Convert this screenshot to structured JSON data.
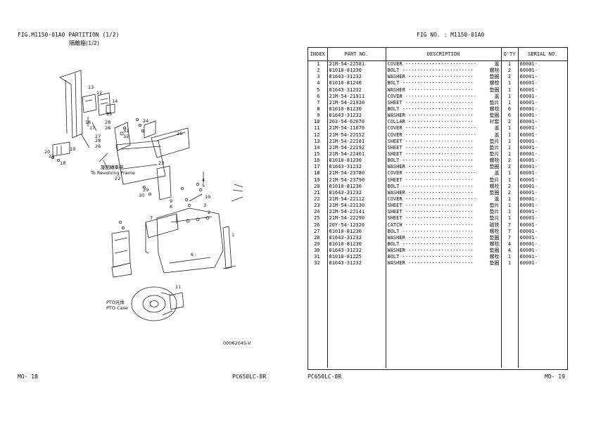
{
  "left_page": {
    "figure_title": "FIG.M1150-01A0    PARTITION (1/2)",
    "figure_subtitle": "隔離箱(1/2)",
    "labels": {
      "revolving_frame_cn": "旋回轉車架",
      "revolving_frame_en": "To Revolving Frame",
      "pto_case_cn": "PTO元体",
      "pto_case_en": "PTO Case",
      "drawing_number": "00062045-V"
    },
    "callouts": [
      "13",
      "12",
      "15",
      "14",
      "16",
      "17",
      "28",
      "26",
      "27",
      "28",
      "26",
      "31",
      "32",
      "18",
      "19",
      "20",
      "21",
      "24",
      "25",
      "22",
      "29",
      "30",
      "23",
      "4",
      "5",
      "10",
      "9",
      "8",
      "7",
      "3",
      "6",
      "2",
      "1",
      "11"
    ],
    "page_number": "MO-  18",
    "model": "PC650LC-8R"
  },
  "right_page": {
    "figure_number": "FIG NO. : M1150-01A0",
    "columns": [
      "INDEX",
      "PART  NO.",
      "DESCRIPTION",
      "Q'TY",
      "SERIAL NO."
    ],
    "rows": [
      {
        "index": "1",
        "part": "21M-54-22581",
        "desc": "COVER ························",
        "cn": "盖",
        "qty": "1",
        "serial": "60001-"
      },
      {
        "index": "2",
        "part": "01010-81230",
        "desc": "BOLT ························",
        "cn": "螺栓",
        "qty": "2",
        "serial": "60001-"
      },
      {
        "index": "3",
        "part": "01643-31232",
        "desc": "WASHER ······················",
        "cn": "垫圈",
        "qty": "2",
        "serial": "60001-"
      },
      {
        "index": "4",
        "part": "01010-81240",
        "desc": "BOLT ························",
        "cn": "螺栓",
        "qty": "1",
        "serial": "60001-"
      },
      {
        "index": "5",
        "part": "01643-31232",
        "desc": "WASHER ······················",
        "cn": "垫圈",
        "qty": "1",
        "serial": "60001-"
      },
      {
        "index": "6",
        "part": "21M-54-21911",
        "desc": "COVER ························",
        "cn": "盖",
        "qty": "1",
        "serial": "60001-"
      },
      {
        "index": "7",
        "part": "21M-54-21920",
        "desc": " SHEET ·······················",
        "cn": "垫片",
        "qty": "1",
        "serial": "60001-"
      },
      {
        "index": "8",
        "part": "01010-81230",
        "desc": "BOLT ························",
        "cn": "螺栓",
        "qty": "6",
        "serial": "60001-"
      },
      {
        "index": "9",
        "part": "01643-31232",
        "desc": "WASHER ······················",
        "cn": "垫圈",
        "qty": "6",
        "serial": "60001-"
      },
      {
        "index": "10",
        "part": "203-54-62670",
        "desc": "COLLAR ······················",
        "cn": "衬套",
        "qty": "2",
        "serial": "60001-"
      },
      {
        "index": "11",
        "part": "21M-54-11670",
        "desc": "COVER ························",
        "cn": "盖",
        "qty": "1",
        "serial": "60001-"
      },
      {
        "index": "12",
        "part": "21M-54-22152",
        "desc": "COVER ························",
        "cn": "盖",
        "qty": "1",
        "serial": "60001-"
      },
      {
        "index": "13",
        "part": "21M-54-22181",
        "desc": " SHEET ·······················",
        "cn": "垫片",
        "qty": "1",
        "serial": "60001-"
      },
      {
        "index": "14",
        "part": "21M-54-22192",
        "desc": " SHEET ·······················",
        "cn": "垫片",
        "qty": "1",
        "serial": "60001-"
      },
      {
        "index": "15",
        "part": "21M-54-22461",
        "desc": " SHEET ·······················",
        "cn": "垫片",
        "qty": "1",
        "serial": "60001-"
      },
      {
        "index": "16",
        "part": "01010-81230",
        "desc": "BOLT ························",
        "cn": "螺栓",
        "qty": "2",
        "serial": "60001-"
      },
      {
        "index": "17",
        "part": "01643-31232",
        "desc": "WASHER ······················",
        "cn": "垫圈",
        "qty": "2",
        "serial": "60001-"
      },
      {
        "index": "18",
        "part": "21M-54-23780",
        "desc": "COVER ························",
        "cn": "盖",
        "qty": "1",
        "serial": "60001-"
      },
      {
        "index": "19",
        "part": "21M-54-23790",
        "desc": " SHEET ·······················",
        "cn": "垫片",
        "qty": "1",
        "serial": "60001-"
      },
      {
        "index": "20",
        "part": "01010-81230",
        "desc": "BOLT ························",
        "cn": "螺栓",
        "qty": "2",
        "serial": "60001-"
      },
      {
        "index": "21",
        "part": "01643-31232",
        "desc": "WASHER ······················",
        "cn": "垫圈",
        "qty": "2",
        "serial": "60001-"
      },
      {
        "index": "22",
        "part": "21M-54-22112",
        "desc": "COVER ························",
        "cn": "盖",
        "qty": "1",
        "serial": "60001-"
      },
      {
        "index": "23",
        "part": "21M-54-22130",
        "desc": " SHEET ·······················",
        "cn": "垫片",
        "qty": "1",
        "serial": "60001-"
      },
      {
        "index": "24",
        "part": "21M-54-22141",
        "desc": " SHEET ·······················",
        "cn": "垫片",
        "qty": "1",
        "serial": "60001-"
      },
      {
        "index": "25",
        "part": "21M-54-22290",
        "desc": " SHEET ·······················",
        "cn": "垫片",
        "qty": "1",
        "serial": "60001-"
      },
      {
        "index": "26",
        "part": "20Y-54-12320",
        "desc": "CATCH ·······················",
        "cn": "磁铁",
        "qty": "7",
        "serial": "60001-"
      },
      {
        "index": "27",
        "part": "01010-81230",
        "desc": "BOLT ························",
        "cn": "螺栓",
        "qty": "7",
        "serial": "60001-"
      },
      {
        "index": "28",
        "part": "01643-31232",
        "desc": "WASHER ······················",
        "cn": "垫圈",
        "qty": "7",
        "serial": "60001-"
      },
      {
        "index": "29",
        "part": "01010-81230",
        "desc": "BOLT ························",
        "cn": "螺栓",
        "qty": "4",
        "serial": "60001-"
      },
      {
        "index": "30",
        "part": "01643-31232",
        "desc": "WASHER ······················",
        "cn": "垫圈",
        "qty": "4",
        "serial": "60001-"
      },
      {
        "index": "31",
        "part": "01010-81225",
        "desc": "BOLT ························",
        "cn": "螺栓",
        "qty": "1",
        "serial": "60001-"
      },
      {
        "index": "32",
        "part": "01643-31232",
        "desc": "WASHER ······················",
        "cn": "垫圈",
        "qty": "1",
        "serial": "60001-"
      }
    ],
    "model": "PC650LC-8R",
    "page_number": "MO-   19"
  }
}
